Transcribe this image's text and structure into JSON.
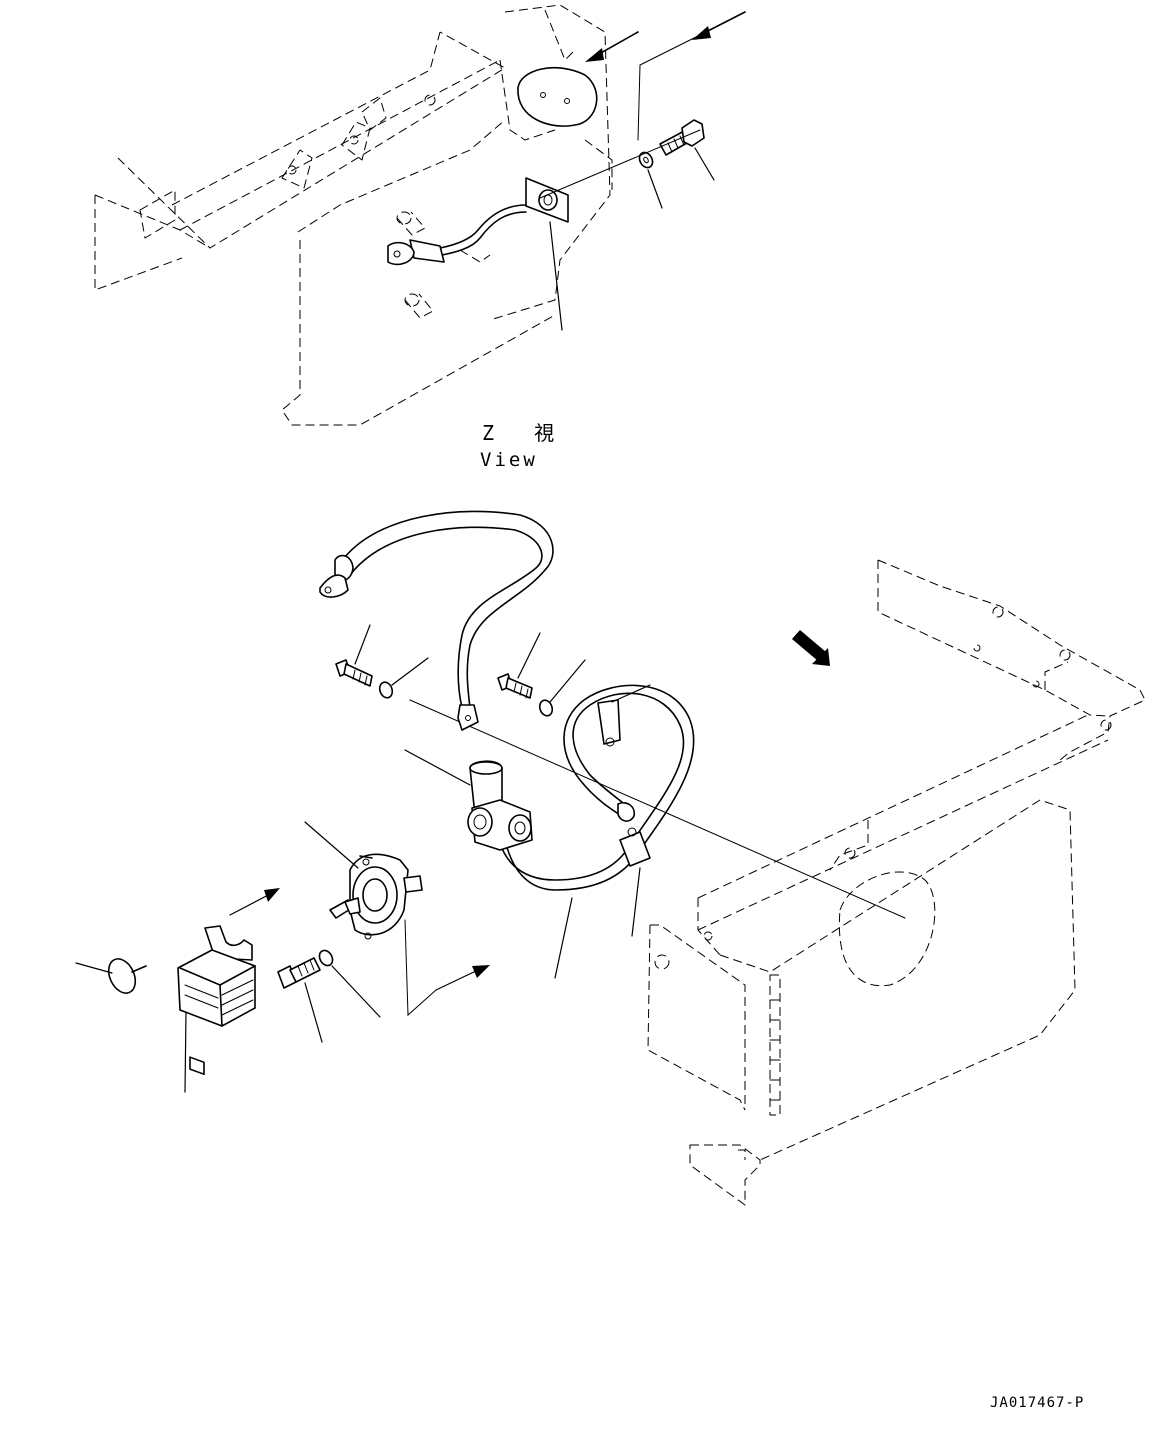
{
  "view": {
    "title": "Z 視",
    "subtitle": "View"
  },
  "drawing_code": "JA017467-P",
  "colors": {
    "line": "#000000",
    "background": "#ffffff"
  }
}
